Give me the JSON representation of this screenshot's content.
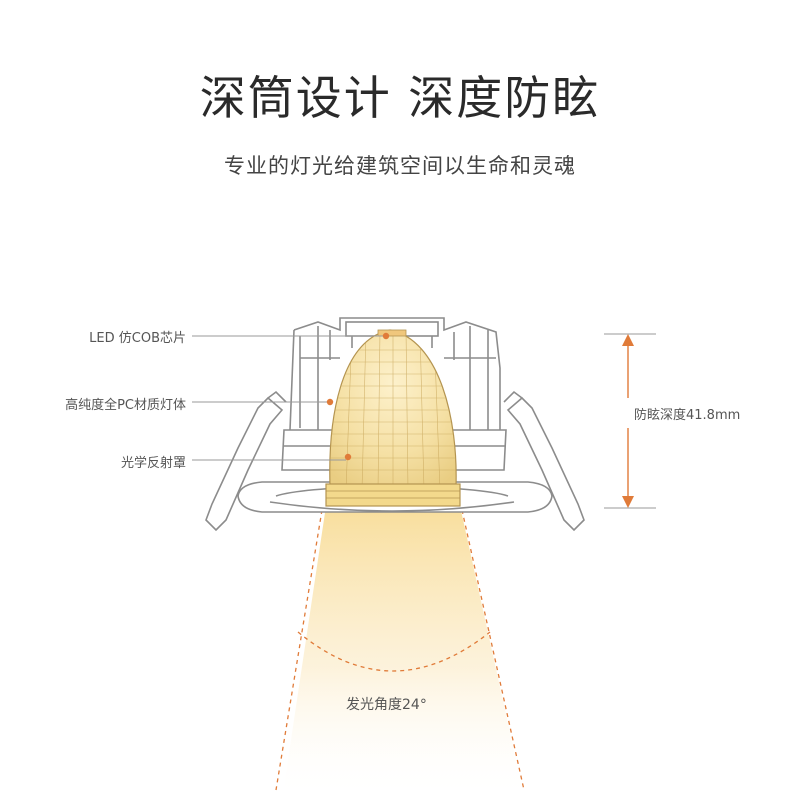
{
  "header": {
    "title": "深筒设计 深度防眩",
    "subtitle": "专业的灯光给建筑空间以生命和灵魂"
  },
  "callouts": [
    {
      "label": "LED 仿COB芯片"
    },
    {
      "label": "高纯度全PC材质灯体"
    },
    {
      "label": "光学反射罩"
    }
  ],
  "dimension": {
    "label": "防眩深度41.8mm"
  },
  "beam": {
    "label": "发光角度24°"
  },
  "colors": {
    "accent": "#e07b39",
    "reflector": "#f5e2a8",
    "beam": "#fbeac0",
    "outline": "#8c8c8c"
  }
}
